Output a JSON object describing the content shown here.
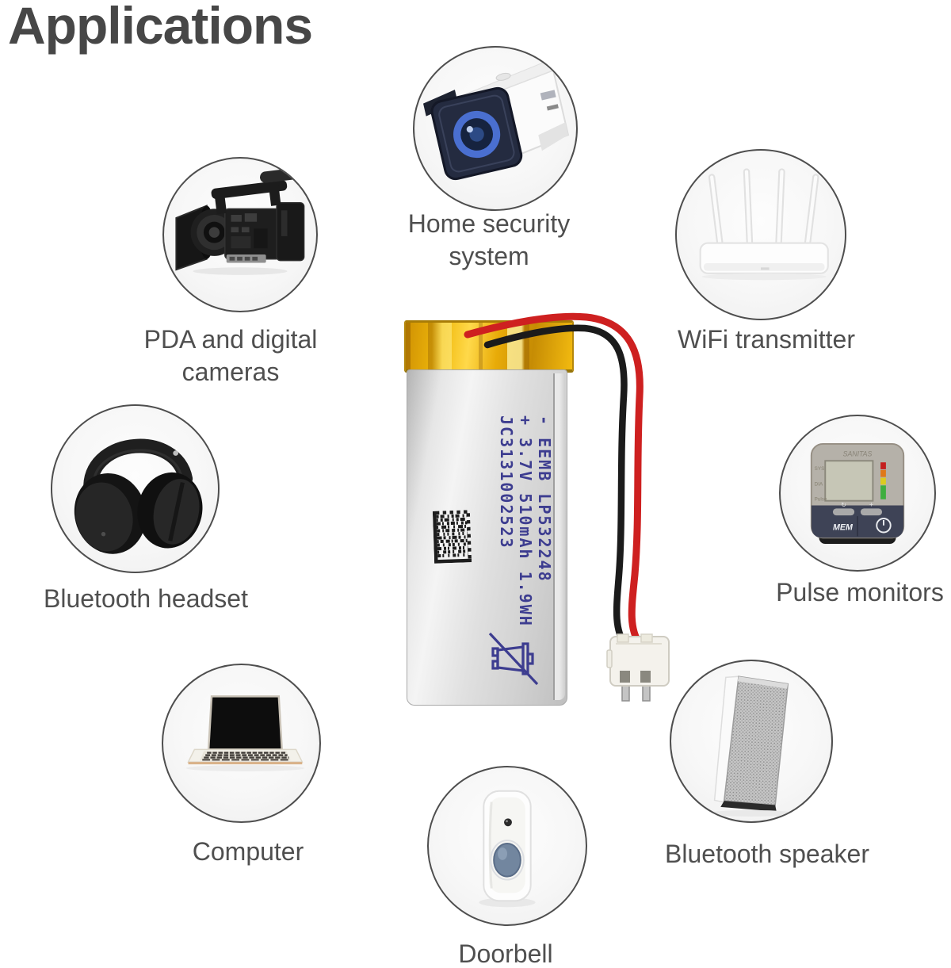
{
  "title": "Applications",
  "apps": [
    {
      "id": "home-security",
      "label": "Home security\nsystem"
    },
    {
      "id": "wifi-transmitter",
      "label": "WiFi transmitter"
    },
    {
      "id": "pda-digital-cameras",
      "label": "PDA and digital\ncameras"
    },
    {
      "id": "bluetooth-headset",
      "label": "Bluetooth headset"
    },
    {
      "id": "pulse-monitors",
      "label": "Pulse monitors"
    },
    {
      "id": "computer",
      "label": "Computer"
    },
    {
      "id": "bluetooth-speaker",
      "label": "Bluetooth speaker"
    },
    {
      "id": "doorbell",
      "label": "Doorbell"
    }
  ],
  "battery": {
    "print_line_1": "- EEMB LP532248",
    "print_line_2": "+ 3.7V 510mAh 1.9WH",
    "print_line_3": "JC3131002523"
  },
  "pulse_device": {
    "brand": "SANITAS",
    "sys_label": "SYS",
    "dia_label": "DIA",
    "pulse_label": "Pulse",
    "mem_button": "MEM"
  },
  "colors": {
    "tape_yellow": "#e8ab08",
    "body_silver": "#d9d9d9",
    "print_navy": "#3d3d90",
    "wire_red": "#ce2020",
    "wire_black": "#1b1b1b",
    "circle_ring": "#4e4e4e",
    "label_text": "#4f4f4f",
    "lens_blue": "#4a6fd0",
    "doorbell_button_blue": "#72869f"
  }
}
